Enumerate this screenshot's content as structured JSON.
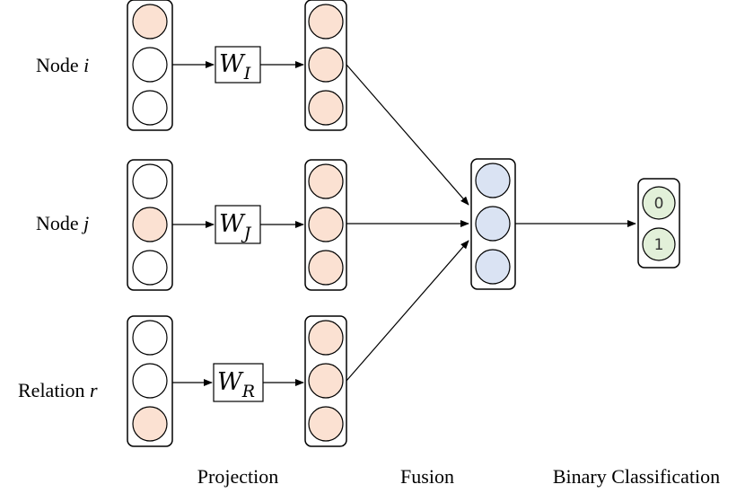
{
  "rows": [
    {
      "name": "Node",
      "var": "i",
      "weight": {
        "base": "W",
        "sub": "I"
      },
      "input": [
        1,
        0,
        0
      ]
    },
    {
      "name": "Node",
      "var": "j",
      "weight": {
        "base": "W",
        "sub": "J"
      },
      "input": [
        0,
        1,
        0
      ]
    },
    {
      "name": "Relation",
      "var": "r",
      "weight": {
        "base": "W",
        "sub": "R"
      },
      "input": [
        0,
        0,
        1
      ]
    }
  ],
  "output": {
    "classes": [
      "0",
      "1"
    ]
  },
  "stages": {
    "projection": "Projection",
    "fusion": "Fusion",
    "classification": "Binary Classification"
  },
  "colors": {
    "embedding_fill": "#fbe1d2",
    "fused_fill": "#dae3f3",
    "class_fill": "#e2f0d9",
    "empty_fill": "#ffffff",
    "stroke": "#000000"
  }
}
